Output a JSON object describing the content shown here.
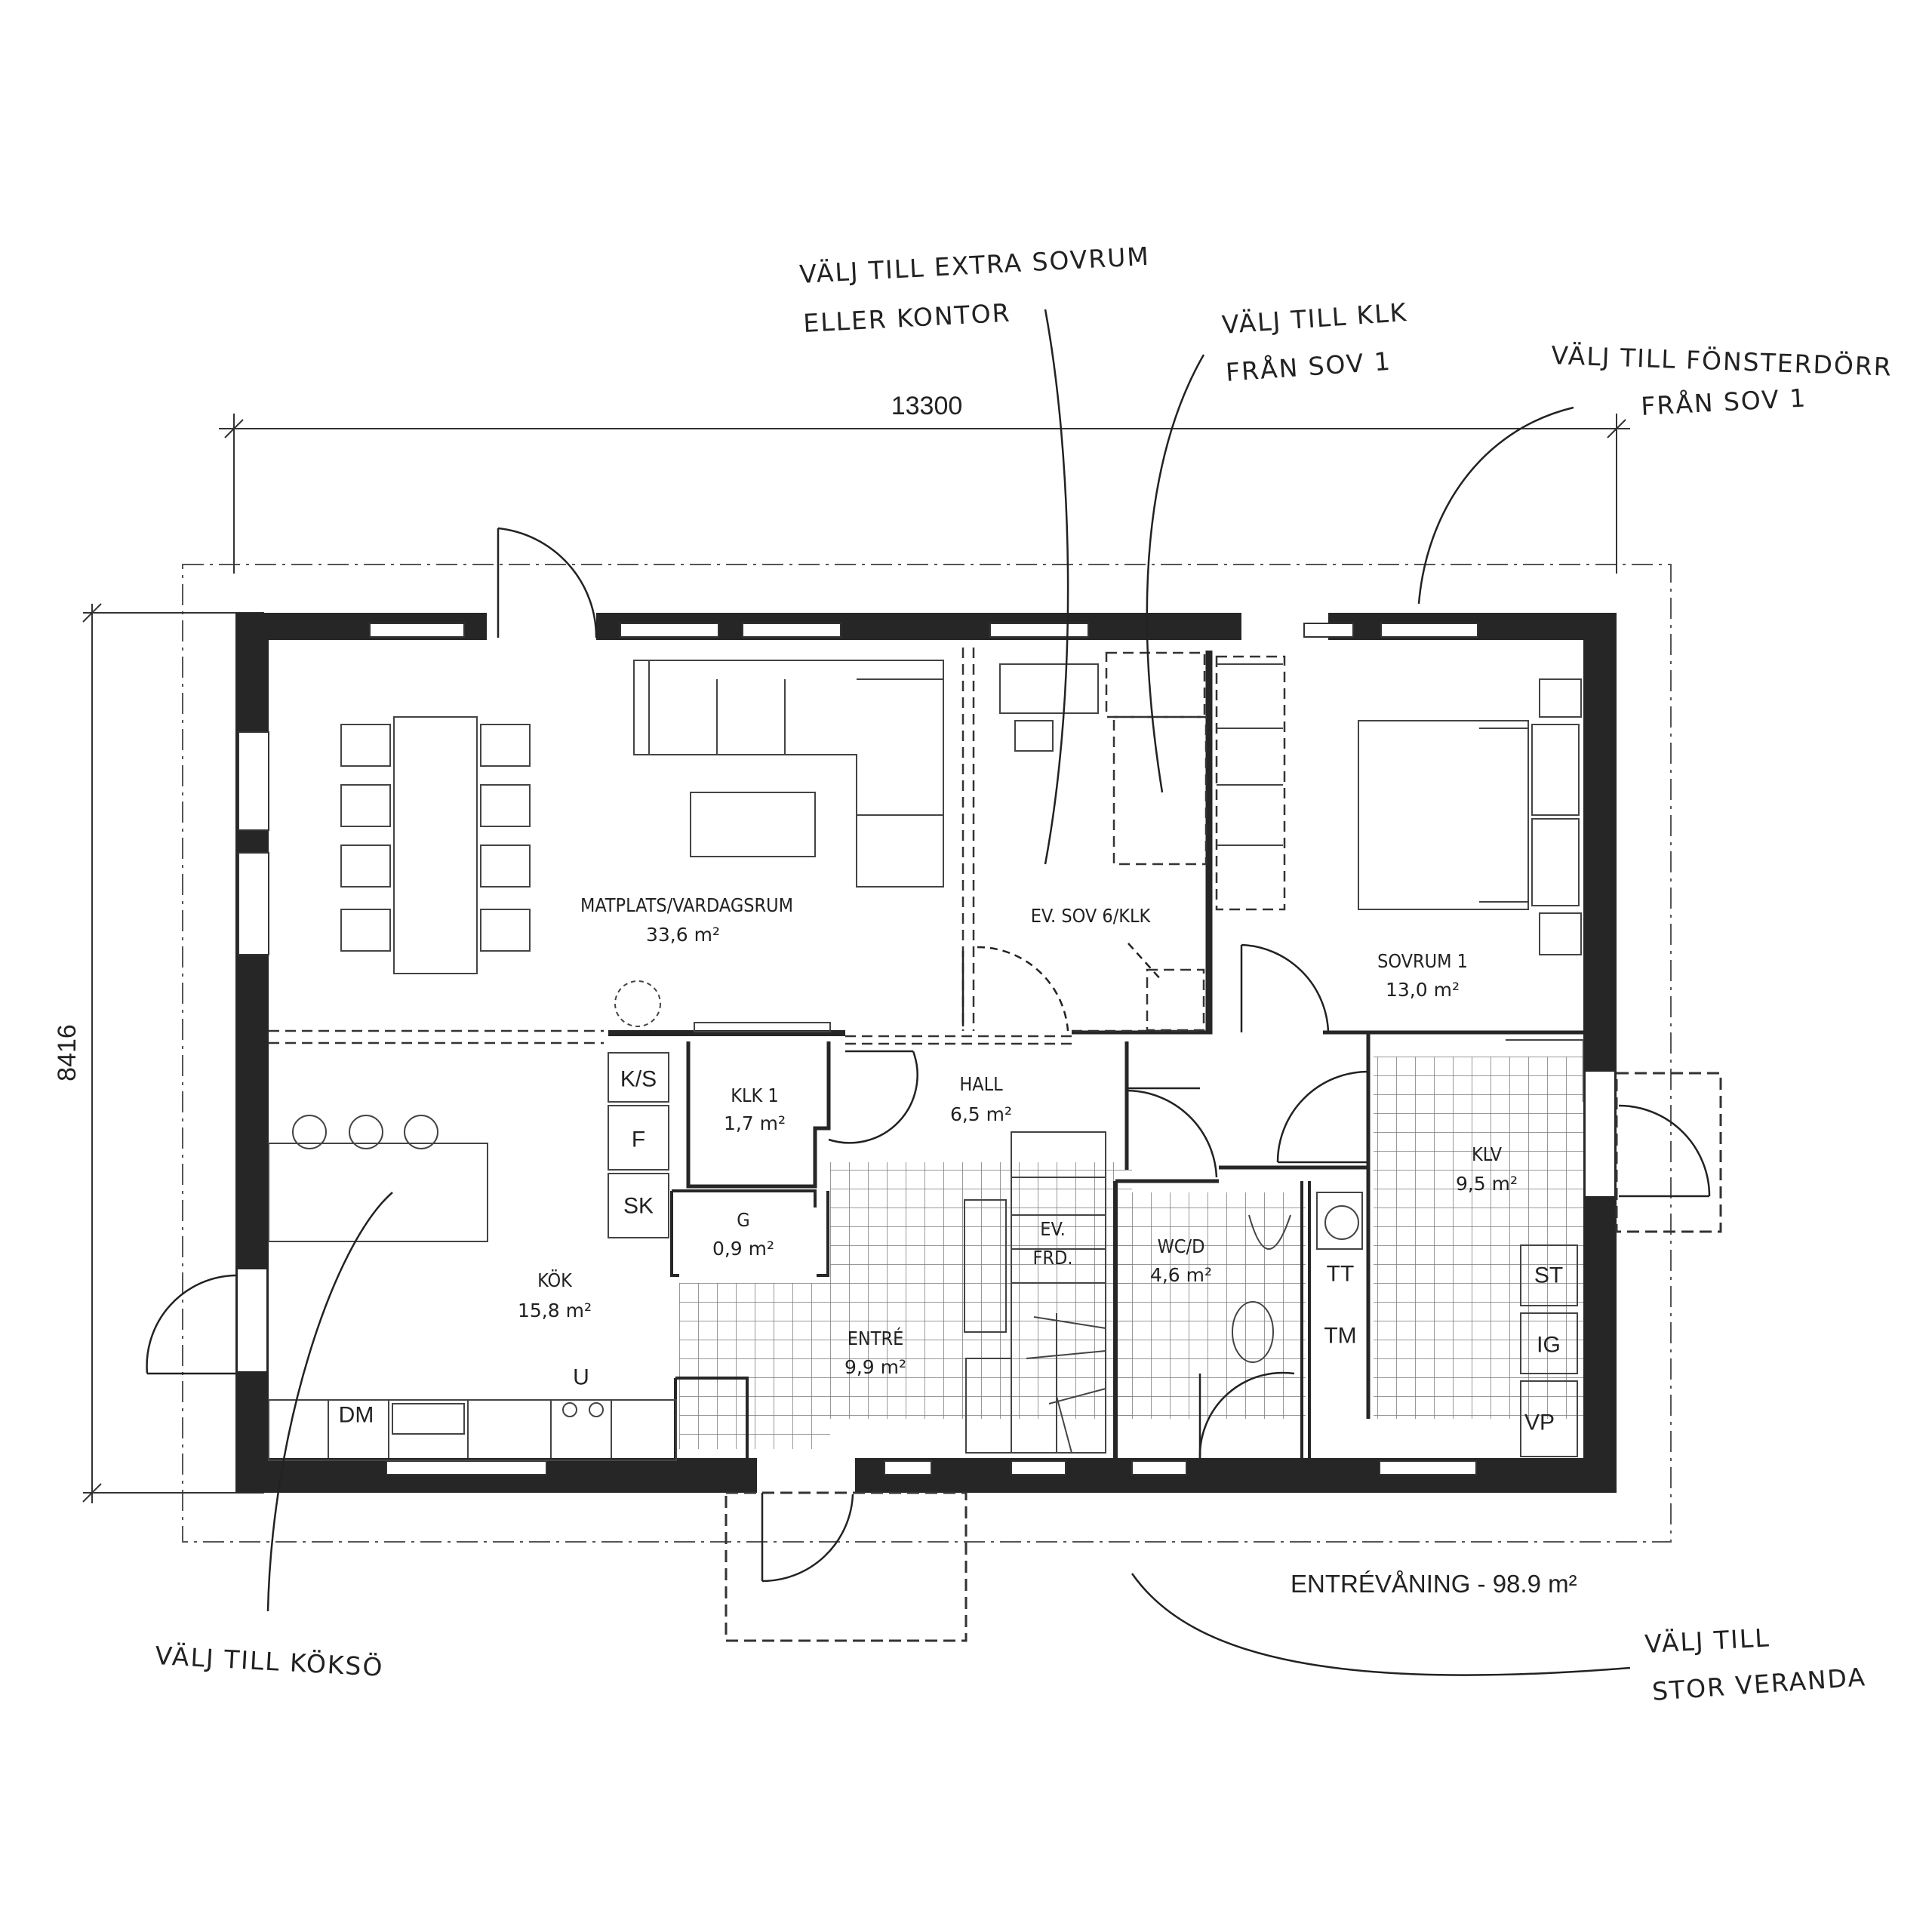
{
  "dimensions": {
    "width": "13300",
    "depth": "8416"
  },
  "floor_title": "ENTRÉVÅNING - 98.9 m²",
  "rooms": {
    "living": {
      "name": "MATPLATS/VARDAGSRUM",
      "area": "33,6 m²"
    },
    "extra_bed": {
      "name": "EV. SOV 6/KLK"
    },
    "bedroom1": {
      "name": "SOVRUM 1",
      "area": "13,0 m²"
    },
    "klk1": {
      "name": "KLK 1",
      "area": "1,7 m²"
    },
    "hall": {
      "name": "HALL",
      "area": "6,5 m²"
    },
    "klv": {
      "name": "KLV",
      "area": "9,5 m²"
    },
    "g": {
      "name": "G",
      "area": "0,9 m²"
    },
    "wc": {
      "name": "WC/D",
      "area": "4,6 m²"
    },
    "kitchen": {
      "name": "KÖK",
      "area": "15,8 m²"
    },
    "entre": {
      "name": "ENTRÉ",
      "area": "9,9 m²"
    },
    "ev_frd": {
      "line1": "EV.",
      "line2": "FRD."
    }
  },
  "fixtures": {
    "ks": "K/S",
    "f": "F",
    "sk": "SK",
    "tt": "TT",
    "tm": "TM",
    "st": "ST",
    "ig": "IG",
    "vp": "VP",
    "dm": "DM",
    "u": "U"
  },
  "annotations": {
    "extra_sovrum_1": "VÄLJ TILL EXTRA SOVRUM",
    "extra_sovrum_2": "ELLER KONTOR",
    "klk_1": "VÄLJ TILL KLK",
    "klk_2": "FRÅN SOV 1",
    "fonster_1": "VÄLJ TILL FÖNSTERDÖRR",
    "fonster_2": "FRÅN SOV 1",
    "kokso": "VÄLJ TILL KÖKSÖ",
    "veranda_1": "VÄLJ TILL",
    "veranda_2": "STOR VERANDA"
  }
}
